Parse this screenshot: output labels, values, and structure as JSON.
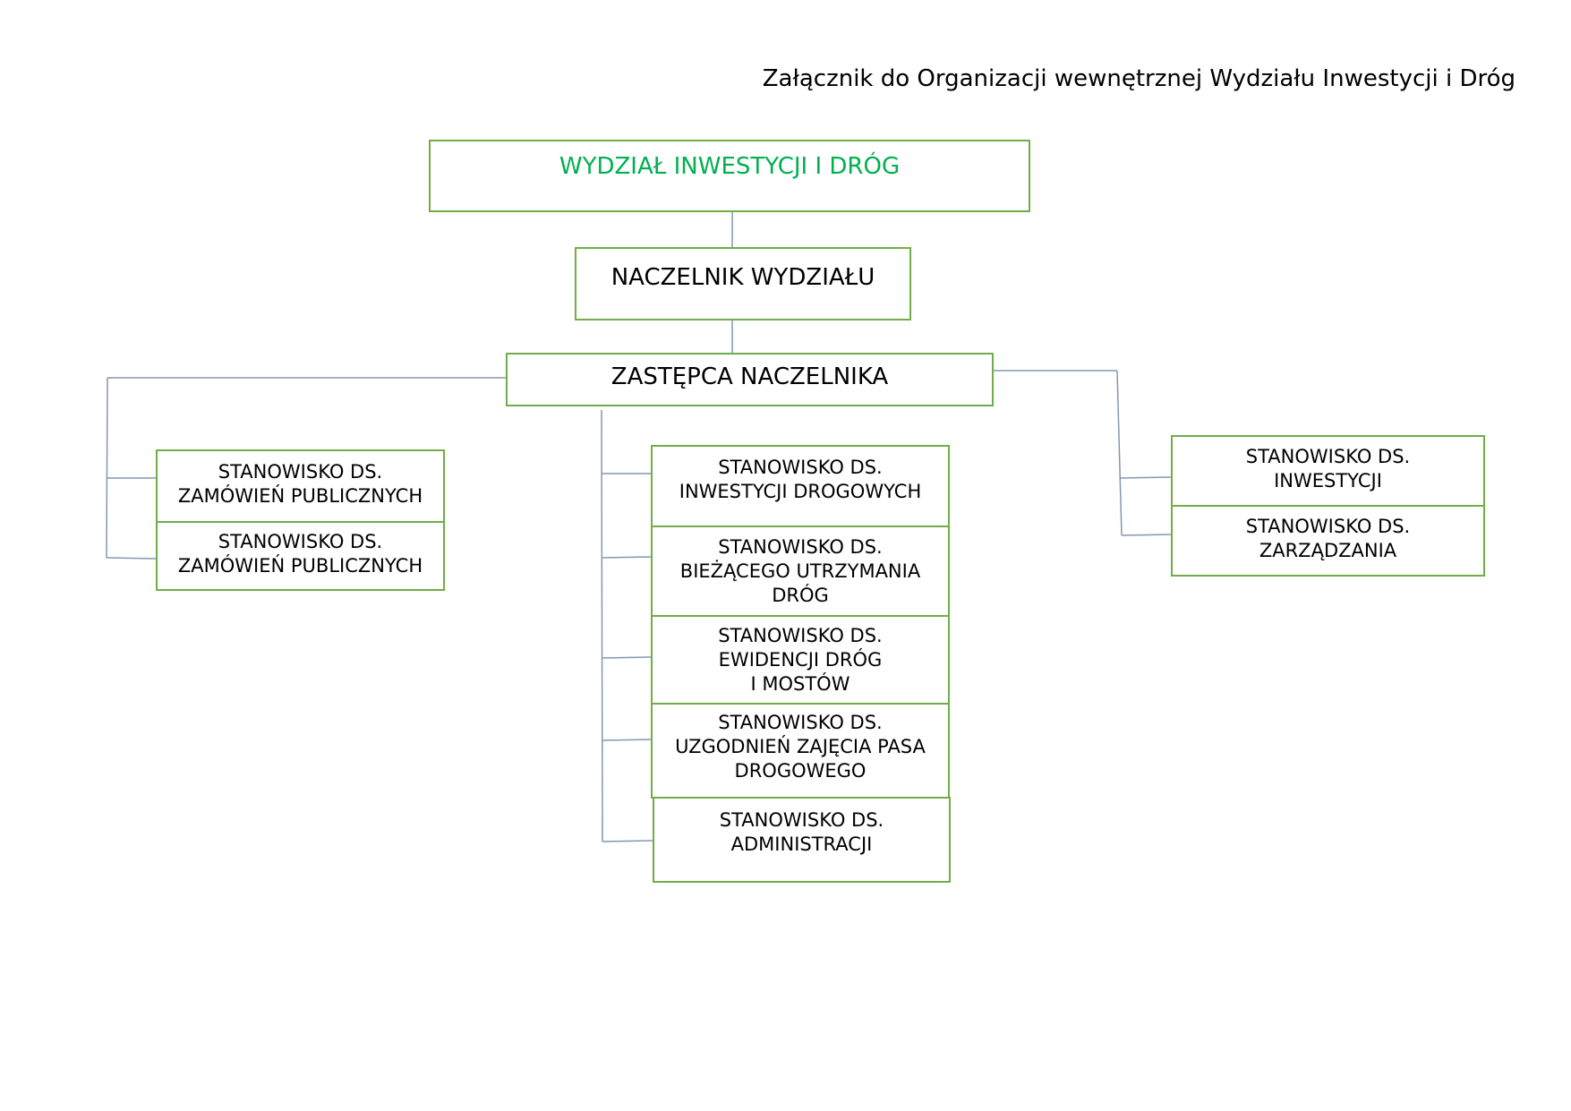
{
  "header": {
    "title": "Załącznik do Organizacji wewnętrznej Wydziału Inwestycji i Dróg"
  },
  "nodes": {
    "department": "WYDZIAŁ INWESTYCJI I DRÓG",
    "head": "NACZELNIK WYDZIAŁU",
    "deputy": "ZASTĘPCA NACZELNIKA",
    "left": [
      "STANOWISKO DS.\nZAMÓWIEŃ PUBLICZNYCH",
      "STANOWISKO DS.\nZAMÓWIEŃ PUBLICZNYCH"
    ],
    "center": [
      "STANOWISKO DS.\nINWESTYCJI DROGOWYCH",
      "STANOWISKO DS.\nBIEŻĄCEGO UTRZYMANIA\nDRÓG",
      "STANOWISKO DS.\nEWIDENCJI DRÓG\nI MOSTÓW",
      "STANOWISKO DS.\nUZGODNIEŃ ZAJĘCIA PASA\nDROGOWEGO",
      "STANOWISKO DS.\nADMINISTRACJI"
    ],
    "right": [
      "STANOWISKO DS.\nINWESTYCJI",
      "STANOWISKO DS.\nZARZĄDZANIA"
    ]
  },
  "colors": {
    "box_border": "#70ad47",
    "department_text": "#00b050",
    "connector": "#8497b0"
  }
}
